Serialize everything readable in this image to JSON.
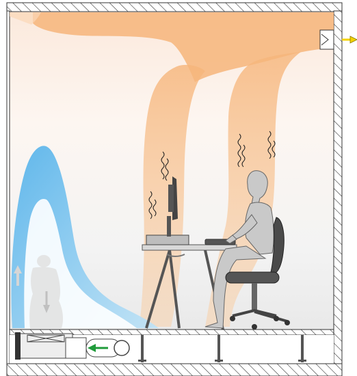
{
  "diagram": {
    "kind": "displacement-ventilation-room-section",
    "labels": [],
    "elements": {
      "ceiling": "hatched-ceiling-slab",
      "right_wall": "hatched-wall",
      "left_wall": "wall-section",
      "floor": "raised-floor-with-plenum",
      "exhaust": "exhaust-outlet",
      "supply_unit": "floor-supply-air-unit",
      "fan": "fan-icon",
      "desk": "office-desk",
      "monitor": "computer-monitor",
      "keyboard": "keyboard",
      "chair": "office-chair",
      "person": "seated-person",
      "ghost_person": "faded-standing-person"
    },
    "airflow": {
      "cool_supply": "blue",
      "warm_plume": "orange",
      "extract": "yellow"
    },
    "arrows": {
      "supply_direction": "left",
      "up": "up",
      "down": "down",
      "exhaust": "right"
    },
    "colors": {
      "cool_air": "#5fb6ea",
      "warm_air": "#f6b57a",
      "hatch": "#333333",
      "supply_arrow": "#1f9b3a",
      "exhaust_arrow": "#f4d200",
      "furniture": "#9a9a9a",
      "person": "#c9c9c9"
    }
  }
}
